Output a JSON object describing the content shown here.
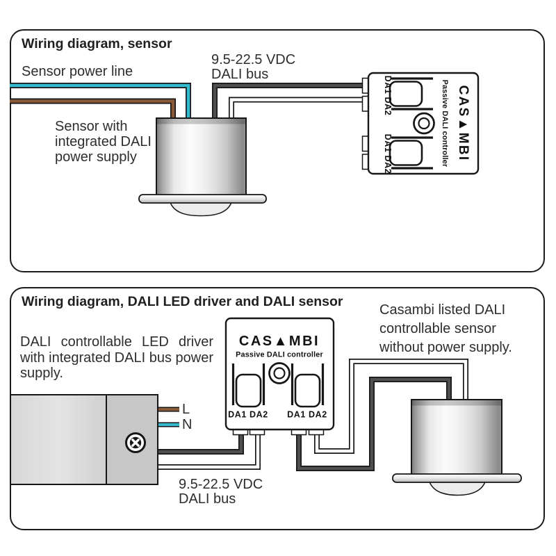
{
  "colors": {
    "wire_cyan": "#35b9ce",
    "wire_brown": "#8a5a39",
    "wire_dark": "#4f4f4f",
    "wire_white": "#ffffff",
    "outline": "#161616",
    "text": "#2d2d2d"
  },
  "top_panel": {
    "title": "Wiring diagram, sensor",
    "power_line_label": "Sensor power line",
    "bus_label": {
      "line1": "9.5-22.5 VDC",
      "line2": "DALI bus"
    },
    "sensor_label": {
      "line1": "Sensor with",
      "line2": "integrated DALI",
      "line3": "power supply"
    },
    "controller": {
      "brand": "CAS▲MBI",
      "subtitle": "Passive DALI controller",
      "port_top": "DA1 DA2",
      "port_bottom": "DA1 DA2"
    }
  },
  "bottom_panel": {
    "title": "Wiring diagram, DALI LED driver and DALI sensor",
    "driver_label": {
      "line1": "DALI controllable LED driver",
      "line2": "with integrated DALI bus power",
      "line3": "supply."
    },
    "sensor_label": {
      "line1": "Casambi listed DALI",
      "line2": "controllable sensor",
      "line3": "without power supply."
    },
    "bus_label": {
      "line1": "9.5-22.5 VDC",
      "line2": "DALI bus"
    },
    "mains": {
      "live": "L",
      "neutral": "N"
    },
    "controller": {
      "brand": "CAS▲MBI",
      "subtitle": "Passive DALI controller",
      "port_left": "DA1 DA2",
      "port_right": "DA1 DA2"
    }
  }
}
